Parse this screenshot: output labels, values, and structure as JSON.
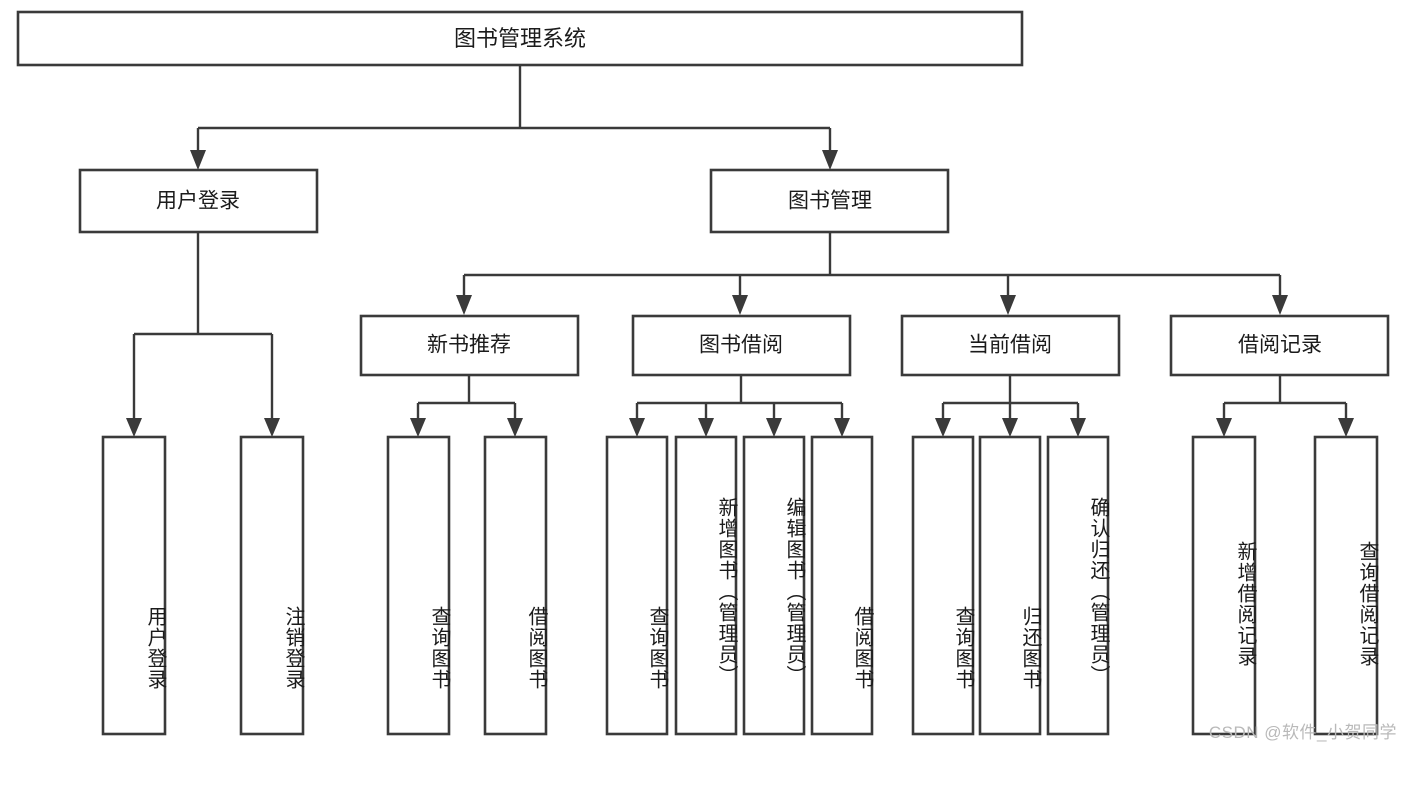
{
  "diagram": {
    "type": "tree",
    "title": "图书管理系统",
    "watermark": "CSDN @软件_小贺同学",
    "root": {
      "id": "root",
      "label": "图书管理系统"
    },
    "level2": [
      {
        "id": "user-login",
        "label": "用户登录"
      },
      {
        "id": "book-manage",
        "label": "图书管理"
      }
    ],
    "level3": [
      {
        "id": "new-book-rec",
        "label": "新书推荐",
        "parent": "book-manage"
      },
      {
        "id": "book-borrow",
        "label": "图书借阅",
        "parent": "book-manage"
      },
      {
        "id": "current-borrow",
        "label": "当前借阅",
        "parent": "book-manage"
      },
      {
        "id": "borrow-record",
        "label": "借阅记录",
        "parent": "book-manage"
      }
    ],
    "leaves": {
      "user-login": [
        {
          "id": "leaf-user-login",
          "label": "用户登录"
        },
        {
          "id": "leaf-logout",
          "label": "注销登录"
        }
      ],
      "new-book-rec": [
        {
          "id": "leaf-query-book-1",
          "label": "查询图书"
        },
        {
          "id": "leaf-borrow-book-1",
          "label": "借阅图书"
        }
      ],
      "book-borrow": [
        {
          "id": "leaf-query-book-2",
          "label": "查询图书"
        },
        {
          "id": "leaf-add-book",
          "label": "新增图书（管理员）"
        },
        {
          "id": "leaf-edit-book",
          "label": "编辑图书（管理员）"
        },
        {
          "id": "leaf-borrow-book-2",
          "label": "借阅图书"
        }
      ],
      "current-borrow": [
        {
          "id": "leaf-query-book-3",
          "label": "查询图书"
        },
        {
          "id": "leaf-return-book",
          "label": "归还图书"
        },
        {
          "id": "leaf-confirm-return",
          "label": "确认归还（管理员）"
        }
      ],
      "borrow-record": [
        {
          "id": "leaf-add-record",
          "label": "新增借阅记录"
        },
        {
          "id": "leaf-query-record",
          "label": "查询借阅记录"
        }
      ]
    },
    "colors": {
      "stroke": "#3a3a3a",
      "fill": "#ffffff",
      "text": "#1b1b1b",
      "watermark": "#b9b9b9",
      "background": "#ffffff"
    }
  }
}
